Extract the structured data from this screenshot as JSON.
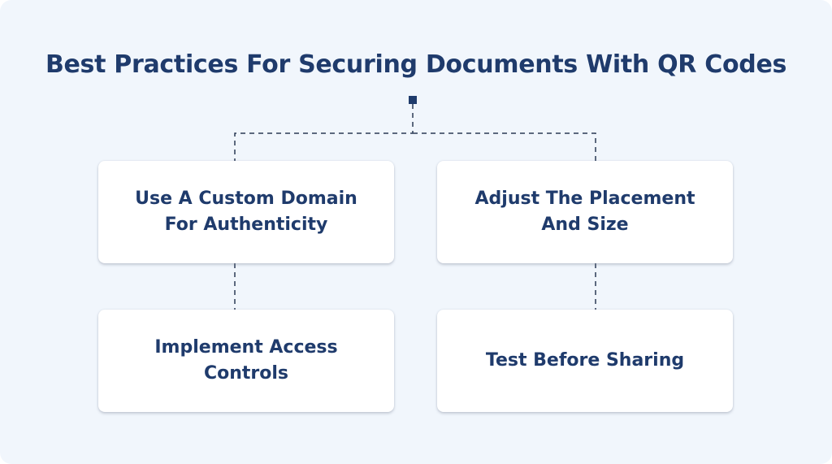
{
  "title": "Best Practices For Securing Documents With QR Codes",
  "boxes": [
    {
      "label": "Use A Custom Domain For Authenticity"
    },
    {
      "label": "Adjust The Placement And Size"
    },
    {
      "label": "Implement Access Controls"
    },
    {
      "label": "Test Before Sharing"
    }
  ],
  "colors": {
    "text": "#1f3b6c",
    "background": "#f1f6fc",
    "connector": "#2b3a55"
  }
}
